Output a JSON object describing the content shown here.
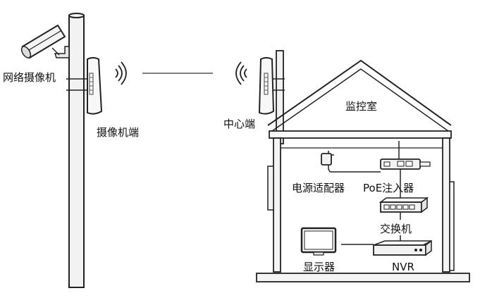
{
  "labels": {
    "network_camera": "网络摄像机",
    "camera_end": "摄像机端",
    "center_end": "中心端",
    "monitor_room": "监控室",
    "power_adapter": "电源适配器",
    "poe_injector": "PoE注入器",
    "switch": "交换机",
    "display": "显示器",
    "nvr": "NVR"
  },
  "icons": {
    "camera": "cctv-camera-icon",
    "cpe": "wireless-cpe-icon",
    "signal": "wifi-signal-icon",
    "adapter": "power-adapter-icon",
    "injector": "poe-injector-icon",
    "switch": "network-switch-icon",
    "monitor": "monitor-icon",
    "nvr": "nvr-icon"
  }
}
